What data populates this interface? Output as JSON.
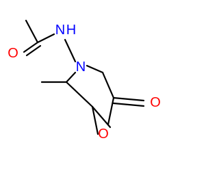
{
  "molecule": {
    "atoms": {
      "amide_nh": {
        "symbol": "H",
        "prefix": "N",
        "color": "#0000ff"
      },
      "carbonyl_o_acetyl": {
        "symbol": "O",
        "color": "#ff0000"
      },
      "ring_n": {
        "symbol": "N",
        "color": "#0000ff"
      },
      "ring_o": {
        "symbol": "O",
        "color": "#ff0000"
      },
      "lactone_o": {
        "symbol": "O",
        "color": "#ff0000"
      }
    },
    "bond_color": "#000000"
  }
}
